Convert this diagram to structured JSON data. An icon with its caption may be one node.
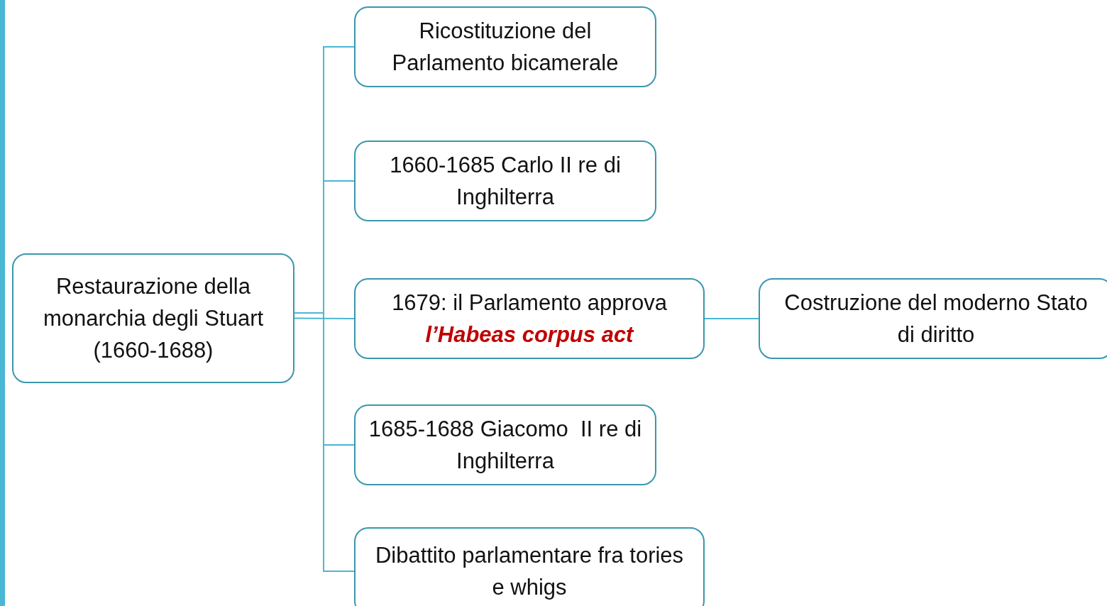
{
  "diagram": {
    "nodes": [
      {
        "text": [
          "Restaurazione della monarchia degli Stuart (1660-1688)"
        ]
      },
      {
        "text": [
          "Ricostituzione del Parlamento bicamerale"
        ]
      },
      {
        "text": [
          "1660-1685 Carlo II re di Inghilterra"
        ]
      },
      {
        "text": [
          "1679: il Parlamento approva",
          "l’Habeas corpus act"
        ]
      },
      {
        "text": [
          "1685-1688 Giacomo  II re di Inghilterra"
        ]
      },
      {
        "text": [
          "Dibattito parlamentare fra tories e whigs"
        ]
      },
      {
        "text": [
          "Costruzione del moderno Stato di diritto"
        ]
      }
    ],
    "edges": [
      {
        "from": 0,
        "to": 1,
        "arrow": "none"
      },
      {
        "from": 0,
        "to": 2,
        "arrow": "none"
      },
      {
        "from": 0,
        "to": 3,
        "arrow": "none"
      },
      {
        "from": 0,
        "to": 4,
        "arrow": "none"
      },
      {
        "from": 0,
        "to": 5,
        "arrow": "none"
      },
      {
        "from": 3,
        "to": 6,
        "arrow": "none"
      }
    ]
  }
}
